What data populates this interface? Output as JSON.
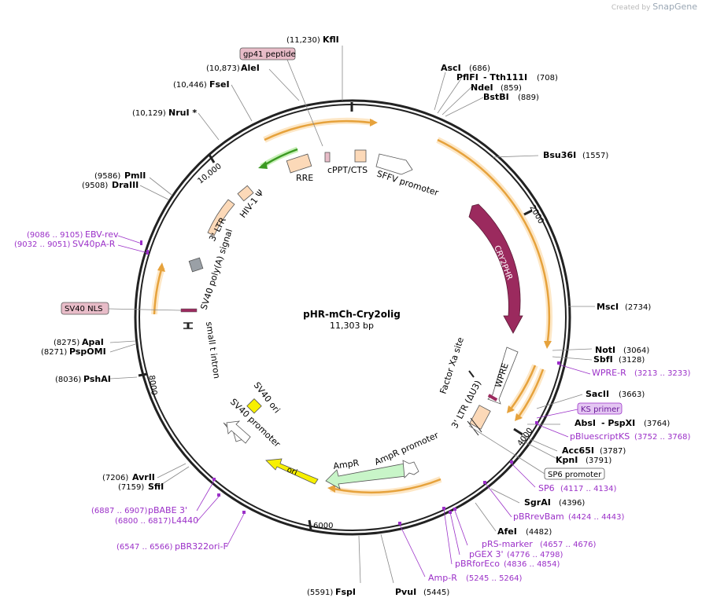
{
  "brand": {
    "prefix": "Created by",
    "name": "SnapGene"
  },
  "plasmid": {
    "name": "pHR-mCh-Cry2olig",
    "size": "11,303 bp"
  },
  "ticks": [
    "2000",
    "4000",
    "6000",
    "8000",
    "10,000"
  ],
  "sites": [
    {
      "id": "kfli",
      "name": "KflI",
      "pos": "(11,230)"
    },
    {
      "id": "alei",
      "name": "AleI",
      "pos": "(10,873)"
    },
    {
      "id": "fsei",
      "name": "FseI",
      "pos": "(10,446)"
    },
    {
      "id": "nrui",
      "name": "NruI *",
      "pos": "(10,129)"
    },
    {
      "id": "pmli",
      "name": "PmlI",
      "pos": "(9586)"
    },
    {
      "id": "draiii",
      "name": "DraIII",
      "pos": "(9508)"
    },
    {
      "id": "apai",
      "name": "ApaI",
      "pos": "(8275)"
    },
    {
      "id": "pspomi",
      "name": "PspOMI",
      "pos": "(8271)"
    },
    {
      "id": "pshai",
      "name": "PshAI",
      "pos": "(8036)"
    },
    {
      "id": "avrii",
      "name": "AvrII",
      "pos": "(7206)"
    },
    {
      "id": "sfii",
      "name": "SfiI",
      "pos": "(7159)"
    },
    {
      "id": "fspi",
      "name": "FspI",
      "pos": "(5591)"
    },
    {
      "id": "pvui",
      "name": "PvuI",
      "pos": "(5445)"
    },
    {
      "id": "afei",
      "name": "AfeI",
      "pos": "(4482)"
    },
    {
      "id": "sgrai",
      "name": "SgrAI",
      "pos": "(4396)"
    },
    {
      "id": "kpni",
      "name": "KpnI",
      "pos": "(3791)"
    },
    {
      "id": "acc65i",
      "name": "Acc65I",
      "pos": "(3787)"
    },
    {
      "id": "absi",
      "name": "AbsI",
      "pos": "(3764)"
    },
    {
      "id": "pspxi",
      "name": "- PspXI",
      "pos": ""
    },
    {
      "id": "sacii",
      "name": "SacII",
      "pos": "(3663)"
    },
    {
      "id": "sbfi",
      "name": "SbfI",
      "pos": "(3128)"
    },
    {
      "id": "noti",
      "name": "NotI",
      "pos": "(3064)"
    },
    {
      "id": "msci",
      "name": "MscI",
      "pos": "(2734)"
    },
    {
      "id": "bsu36i",
      "name": "Bsu36I",
      "pos": "(1557)"
    },
    {
      "id": "ascI",
      "name": "AscI",
      "pos": "(686)"
    },
    {
      "id": "pflfi",
      "name": "PflFI",
      "pos": ""
    },
    {
      "id": "tth111i",
      "name": "- Tth111I",
      "pos": "(708)"
    },
    {
      "id": "ndei",
      "name": "NdeI",
      "pos": "(859)"
    },
    {
      "id": "bstbi",
      "name": "BstBI",
      "pos": "(889)"
    }
  ],
  "primers": [
    {
      "id": "ebv-rev",
      "name": "EBV-rev",
      "range": "(9086 .. 9105)"
    },
    {
      "id": "sv40pa-r",
      "name": "SV40pA-R",
      "range": "(9032 .. 9051)"
    },
    {
      "id": "pbabe3",
      "name": "pBABE 3'",
      "range": "(6887 .. 6907)"
    },
    {
      "id": "l4440",
      "name": "L4440",
      "range": "(6800 .. 6817)"
    },
    {
      "id": "pbr322ori-f",
      "name": "pBR322ori-F",
      "range": "(6547 .. 6566)"
    },
    {
      "id": "amp-r",
      "name": "Amp-R",
      "range": "(5245 .. 5264)"
    },
    {
      "id": "pbrforeco",
      "name": "pBRforEco",
      "range": "(4836 .. 4854)"
    },
    {
      "id": "pgex3",
      "name": "pGEX 3'",
      "range": "(4776 .. 4798)"
    },
    {
      "id": "prs-marker",
      "name": "pRS-marker",
      "range": "(4657 .. 4676)"
    },
    {
      "id": "pbrrevbam",
      "name": "pBRrevBam",
      "range": "(4424 .. 4443)"
    },
    {
      "id": "sp6",
      "name": "SP6",
      "range": "(4117 .. 4134)"
    },
    {
      "id": "pbluescriptks",
      "name": "pBluescriptKS",
      "range": "(3752 .. 3768)"
    },
    {
      "id": "wpre-r",
      "name": "WPRE-R",
      "range": "(3213 .. 3233)"
    }
  ],
  "boxed": {
    "gp41": "gp41 peptide",
    "sv40nls": "SV40 NLS",
    "ksprimer": "KS primer",
    "sp6promoter": "SP6 promoter"
  },
  "features": {
    "rre": "RRE",
    "cppt": "cPPT/CTS",
    "sffv": "SFFV promoter",
    "hiv1": "HIV-1 Ψ",
    "ltr3": "3' LTR",
    "sv40polya": "SV40 poly(A) signal",
    "smallt": "small t intron",
    "sv40ori": "SV40 ori",
    "sv40promoter": "SV40 promoter",
    "ori": "ori",
    "ampr": "AmpR",
    "amprpromoter": "AmpR promoter",
    "ltr3du3": "3' LTR (ΔU3)",
    "factorxa": "Factor Xa site",
    "wpre": "WPRE",
    "cry2phr": "CRY2PHR"
  },
  "colors": {
    "backbone": "#222222",
    "cry2phr": "#9b2a5e",
    "orf_arrow": "#e6a23c",
    "orf_halo": "#fde7c6",
    "primer": "#9b30c8",
    "peach": "#fcd9b8",
    "ampr": "#c8f5c8",
    "ori": "#f7f000",
    "green_arrow": "#3b9a22",
    "gray_box": "#9aa0a6",
    "label_pink": "#e8bcc8"
  }
}
